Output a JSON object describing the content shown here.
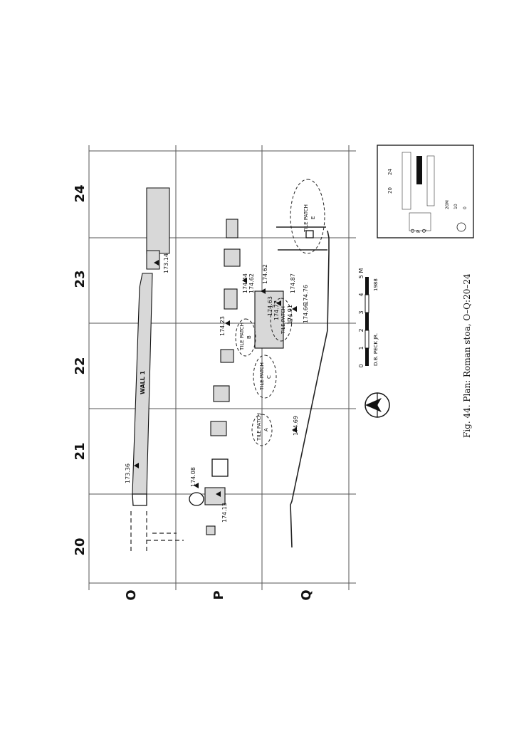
{
  "grid_rows": [
    "O",
    "P",
    "Q"
  ],
  "grid_cols": [
    "20",
    "21",
    "22",
    "23",
    "24"
  ],
  "wall_label": "WALL 1",
  "elevations": [
    {
      "text": "173.36"
    },
    {
      "text": "174.08"
    },
    {
      "text": "174.13"
    },
    {
      "text": "174.23"
    },
    {
      "text": "174.44"
    },
    {
      "text": "174.62"
    },
    {
      "text": "174.62"
    },
    {
      "text": "174.63"
    },
    {
      "text": "174.77"
    },
    {
      "text": "174.91"
    },
    {
      "text": "174.66"
    },
    {
      "text": "174.76"
    },
    {
      "text": "174.87"
    },
    {
      "text": "173.14"
    },
    {
      "text": "174.69"
    }
  ],
  "tile_patches": [
    {
      "name": "TILE PATCH",
      "letter": "A"
    },
    {
      "name": "TILE PATCH",
      "letter": "B"
    },
    {
      "name": "TILE PATCH",
      "letter": "C"
    },
    {
      "name": "TILE PATCH",
      "letter": "D"
    },
    {
      "name": "TILE PATCH",
      "letter": "E"
    }
  ],
  "scale_bar": {
    "ticks": [
      "0",
      "1",
      "2",
      "3",
      "4",
      "5 M"
    ],
    "credit": "D.B. PECK JR.",
    "year": "1988"
  },
  "inset": {
    "col_label_left": "20",
    "col_label_right": "24",
    "rows": [
      "O",
      "P",
      "Q"
    ],
    "scale_ticks": [
      "0",
      "10",
      "20M"
    ]
  },
  "caption": "Fig. 44. Plan: Roman stoa, O–Q:20–24"
}
